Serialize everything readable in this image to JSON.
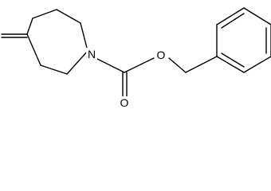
{
  "atoms": [
    {
      "id": "N1",
      "label": "N"
    },
    {
      "id": "O_ester",
      "label": "O"
    },
    {
      "id": "O_carbonyl",
      "label": "O"
    }
  ]
}
